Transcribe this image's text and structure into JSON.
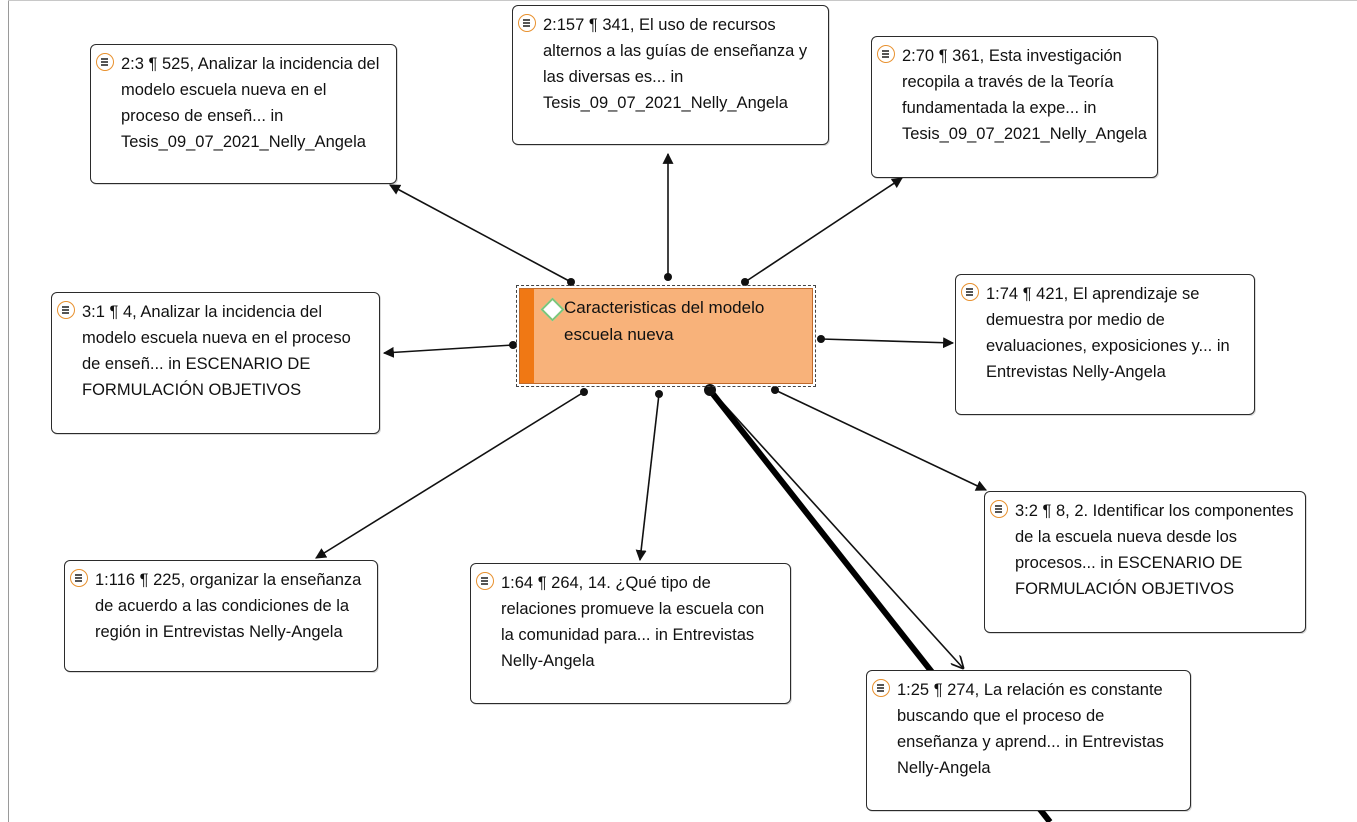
{
  "center": {
    "label": "Caracteristicas  del modelo escuela nueva"
  },
  "quotes": [
    {
      "text": "2:3 ¶ 525, Analizar la incidencia del modelo escuela nueva en el proceso de enseñ... in Tesis_09_07_2021_Nelly_Angela"
    },
    {
      "text": "2:157 ¶ 341, El uso de recursos alternos a las guías de enseñanza y las diversas es... in Tesis_09_07_2021_Nelly_Angela"
    },
    {
      "text": "2:70 ¶ 361, Esta investigación recopila a través de la Teoría fundamentada la expe... in Tesis_09_07_2021_Nelly_Angela"
    },
    {
      "text": "3:1 ¶ 4, Analizar la incidencia del modelo escuela nueva en el proceso de enseñ... in ESCENARIO DE FORMULACIÓN OBJETIVOS"
    },
    {
      "text": "1:74 ¶ 421, El aprendizaje se demuestra por medio de evaluaciones, exposiciones y... in Entrevistas Nelly-Angela"
    },
    {
      "text": "3:2 ¶ 8, 2. Identificar los componentes de la escuela nueva desde los procesos... in ESCENARIO DE FORMULACIÓN OBJETIVOS"
    },
    {
      "text": "1:116 ¶ 225, organizar la enseñanza de acuerdo a las condiciones de la región in Entrevistas Nelly-Angela"
    },
    {
      "text": "1:64 ¶ 264, 14. ¿Qué tipo de relaciones promueve la escuela con la comunidad para... in Entrevistas Nelly-Angela"
    },
    {
      "text": "1:25 ¶ 274, La relación es constante buscando que el proceso de enseñanza y aprend... in Entrevistas Nelly-Angela"
    }
  ],
  "icons": {
    "quote": "quotation-document-icon",
    "code": "code-diamond-icon"
  },
  "colors": {
    "code_fill": "#f8b27a",
    "code_bar": "#f07814",
    "quote_icon": "#e8912f",
    "diamond": "#7bc67b"
  }
}
